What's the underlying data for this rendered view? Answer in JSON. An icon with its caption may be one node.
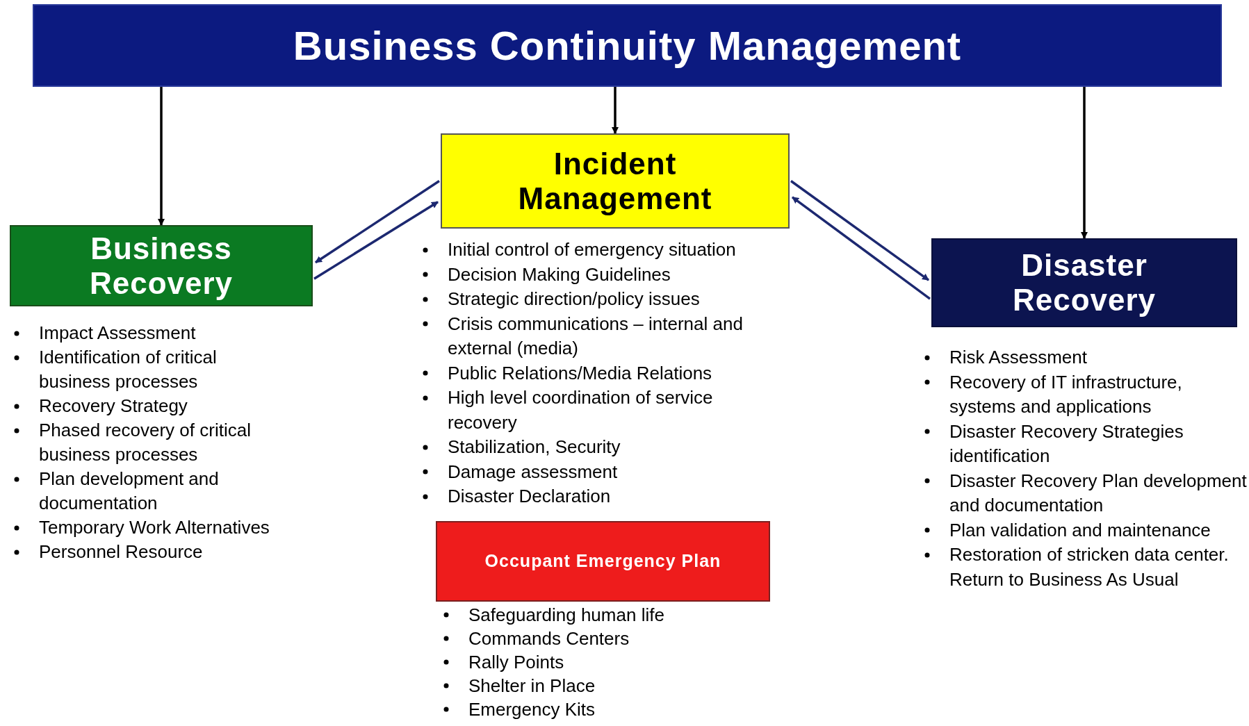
{
  "diagram": {
    "nodes": [
      {
        "text": [
          "Business Continuity Management"
        ]
      },
      {
        "text": [
          "Business Recovery"
        ],
        "beside": [
          "Impact Assessment",
          "Identification of critical business processes",
          "Recovery Strategy",
          "Phased recovery of critical business processes",
          "Plan development and documentation",
          "Temporary Work Alternatives",
          "Personnel Resource"
        ]
      },
      {
        "text": [
          "Incident Management"
        ],
        "beside": [
          "Initial control of emergency situation",
          "Decision Making Guidelines",
          "Strategic direction/policy issues",
          "Crisis communications – internal and external (media)",
          "Public Relations/Media Relations",
          "High level coordination of service recovery",
          "Stabilization, Security",
          "Damage assessment",
          "Disaster Declaration"
        ]
      },
      {
        "text": [
          "Disaster Recovery"
        ],
        "beside": [
          "Risk Assessment",
          "Recovery of IT infrastructure, systems and applications",
          "Disaster Recovery Strategies identification",
          "Disaster Recovery Plan development and documentation",
          "Plan validation and maintenance",
          "Restoration of stricken data center. Return to Business As Usual"
        ]
      },
      {
        "text": [
          "Occupant Emergency Plan"
        ],
        "beside": [
          "Safeguarding human life",
          "Commands Centers",
          "Rally Points",
          "Shelter in Place",
          "Emergency Kits"
        ]
      }
    ],
    "edges": [
      {
        "from": 0,
        "to": 1,
        "arrow": "to",
        "color": "#000000"
      },
      {
        "from": 0,
        "to": 2,
        "arrow": "to",
        "color": "#000000"
      },
      {
        "from": 0,
        "to": 3,
        "arrow": "to",
        "color": "#000000"
      },
      {
        "from": 2,
        "to": 1,
        "arrow": "to"
      },
      {
        "from": 1,
        "to": 2,
        "arrow": "to"
      },
      {
        "from": 2,
        "to": 3,
        "arrow": "to"
      },
      {
        "from": 3,
        "to": 2,
        "arrow": "to"
      }
    ]
  }
}
